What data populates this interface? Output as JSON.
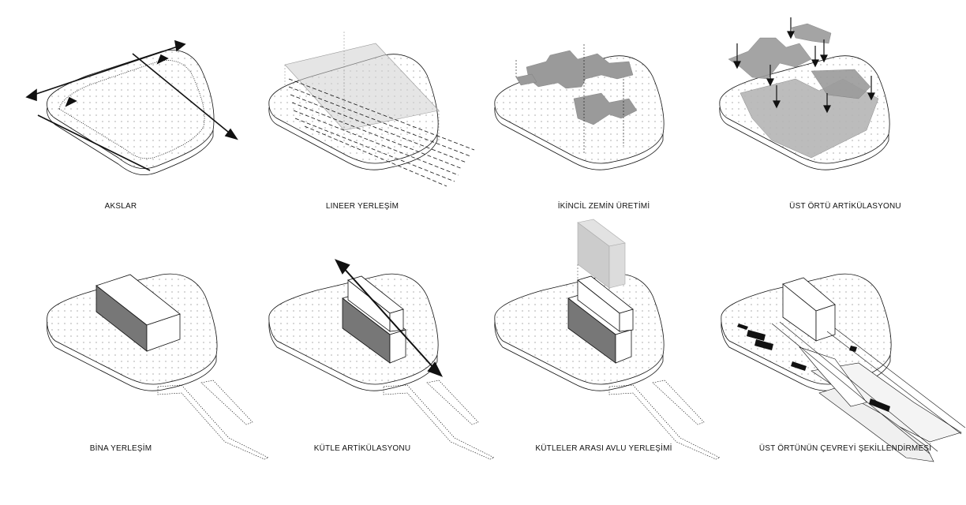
{
  "panels": [
    {
      "id": "p1",
      "caption": "AKSLAR"
    },
    {
      "id": "p2",
      "caption": "LINEER YERLEŞİM"
    },
    {
      "id": "p3",
      "caption": "İKİNCİL ZEMİN ÜRETİMİ"
    },
    {
      "id": "p4",
      "caption": "ÜST ÖRTÜ ARTİKÜLASYONU"
    },
    {
      "id": "p5",
      "caption": "BİNA YERLEŞİM"
    },
    {
      "id": "p6",
      "caption": "KÜTLE ARTİKÜLASYONU"
    },
    {
      "id": "p7",
      "caption": "KÜTLELER ARASI AVLU YERLEŞİMİ"
    },
    {
      "id": "p8",
      "caption": "ÜST ÖRTÜNÜN ÇEVREYİ ŞEKİLLENDİRMESİ"
    }
  ],
  "colors": {
    "line": "#111111",
    "dot": "#777777",
    "gray_plate": "#9a9a9a",
    "gray_dark": "#6f6f6f",
    "gray_light": "#d6d6d6",
    "black_fill": "#111111"
  }
}
